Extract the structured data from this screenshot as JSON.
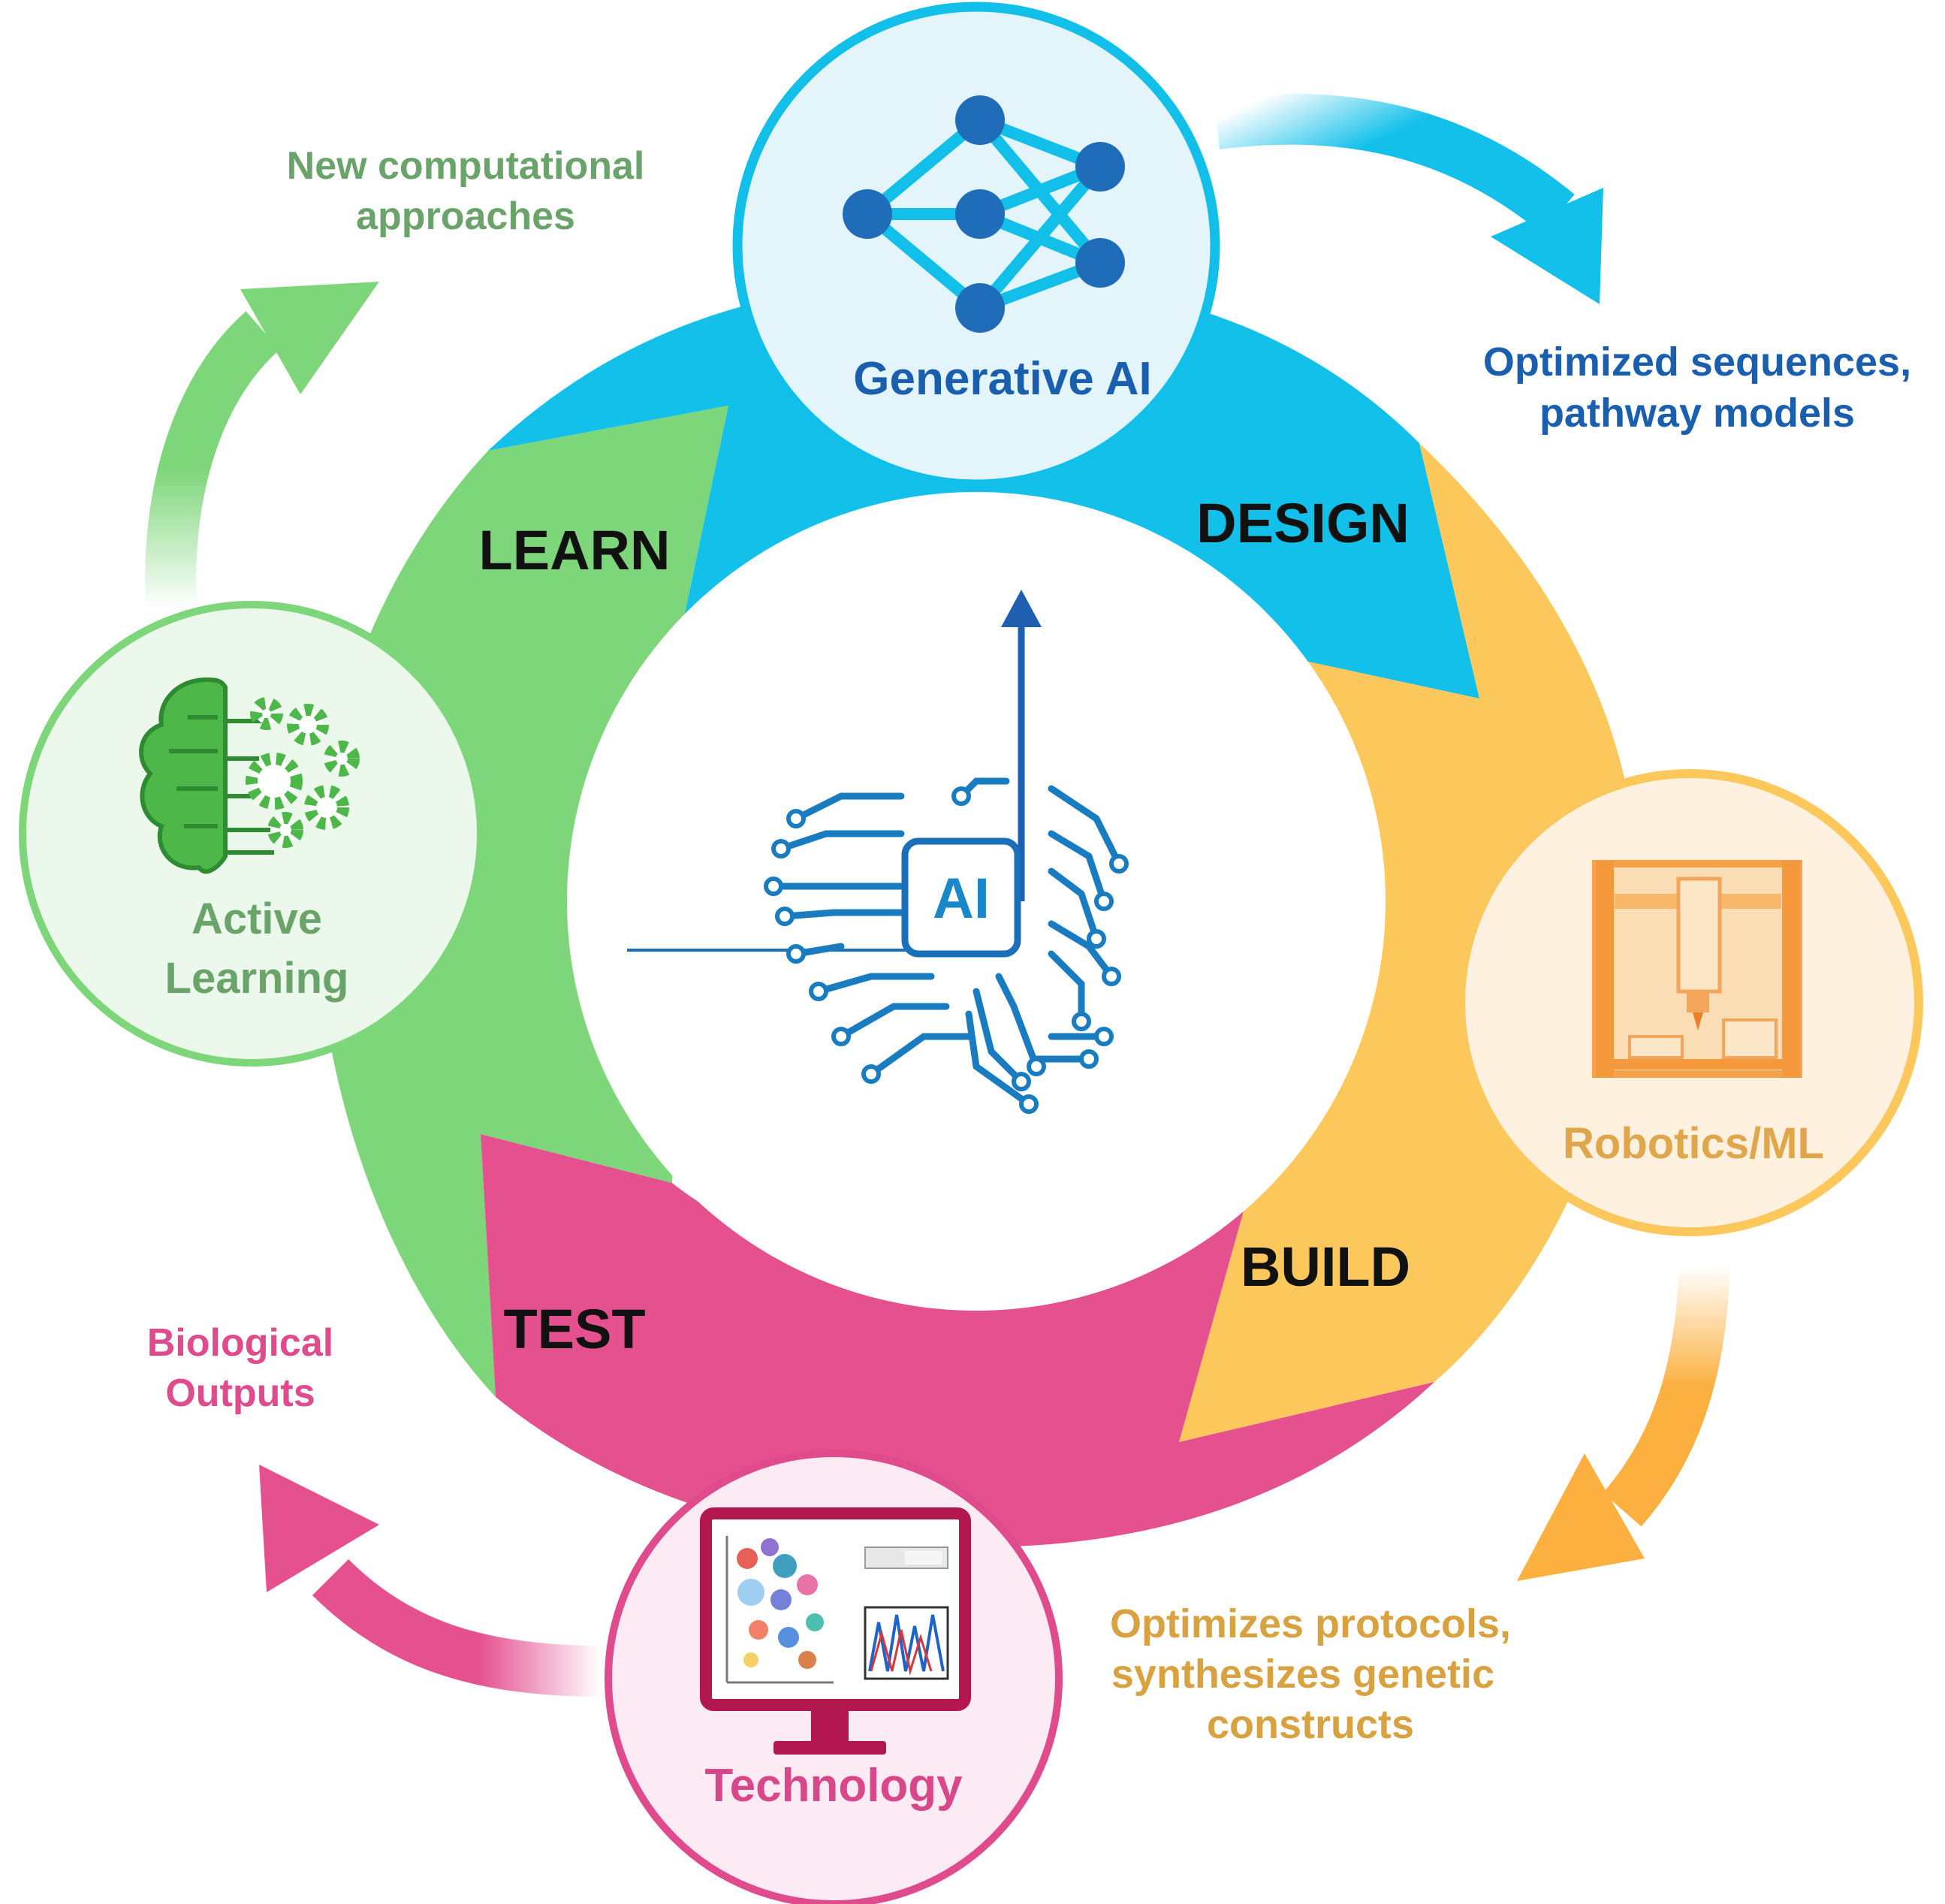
{
  "phases": {
    "learn": "LEARN",
    "design": "DESIGN",
    "build": "BUILD",
    "test": "TEST"
  },
  "nodes": {
    "generative": {
      "label": "Generative AI",
      "icon": "neural-network-icon",
      "color": "#1A5FAE"
    },
    "robotics": {
      "label": "Robotics/ML",
      "icon": "robot-printer-icon",
      "color": "#E0A64C"
    },
    "technology": {
      "label": "Technology",
      "icon": "monitor-chart-icon",
      "color": "#D8478A"
    },
    "active": {
      "label_line1": "Active",
      "label_line2": "Learning",
      "icon": "brain-gears-icon",
      "color": "#6AA46A"
    }
  },
  "outputs": {
    "design": {
      "line1": "Optimized  sequences,",
      "line2": "pathway models",
      "color": "#1A5FAE"
    },
    "build": {
      "line1": "Optimizes  protocols,",
      "line2": "synthesizes genetic",
      "line3": "constructs",
      "color": "#D9A240"
    },
    "test": {
      "line1": "Biological",
      "line2": "Outputs",
      "color": "#E04B8E"
    },
    "learn": {
      "line1": "New computational",
      "line2": "approaches",
      "color": "#6AA46A"
    }
  },
  "center": {
    "chip_label": "AI",
    "icon": "ai-brain-circuit-icon"
  },
  "colors": {
    "design": "#12C0EA",
    "build": "#FDC85B",
    "test": "#E5508F",
    "learn": "#7ED67A"
  }
}
